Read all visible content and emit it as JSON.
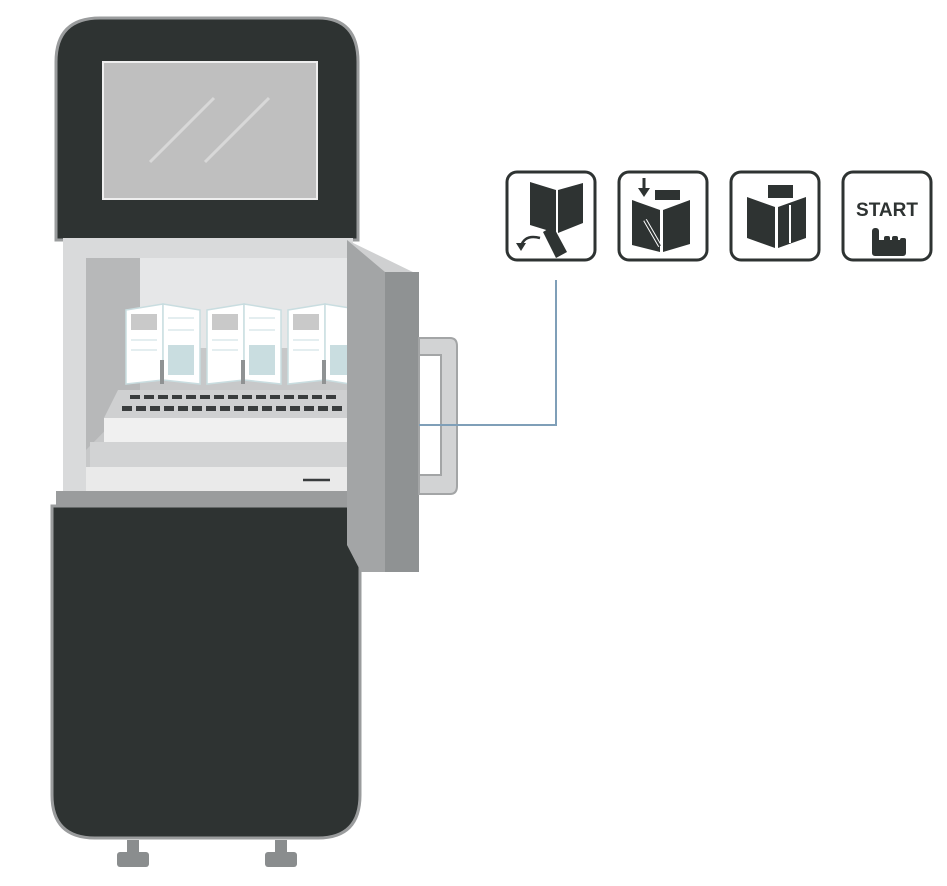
{
  "steps": [
    {
      "id": "open-door",
      "icon": "open-door-remove-book-icon"
    },
    {
      "id": "insert-book",
      "icon": "insert-book-icon"
    },
    {
      "id": "close-cover",
      "icon": "close-cover-icon"
    },
    {
      "id": "start",
      "icon": "start-button-icon",
      "label": "START"
    }
  ],
  "colors": {
    "cabinet_dark": "#2e3332",
    "cabinet_light": "#d9dadb",
    "door_grey": "#a3a5a6",
    "screen_grey": "#bfbfbf",
    "leader_line": "#7f9fb8",
    "icon_border": "#2e3332",
    "page_tint": "#c9dde0"
  }
}
